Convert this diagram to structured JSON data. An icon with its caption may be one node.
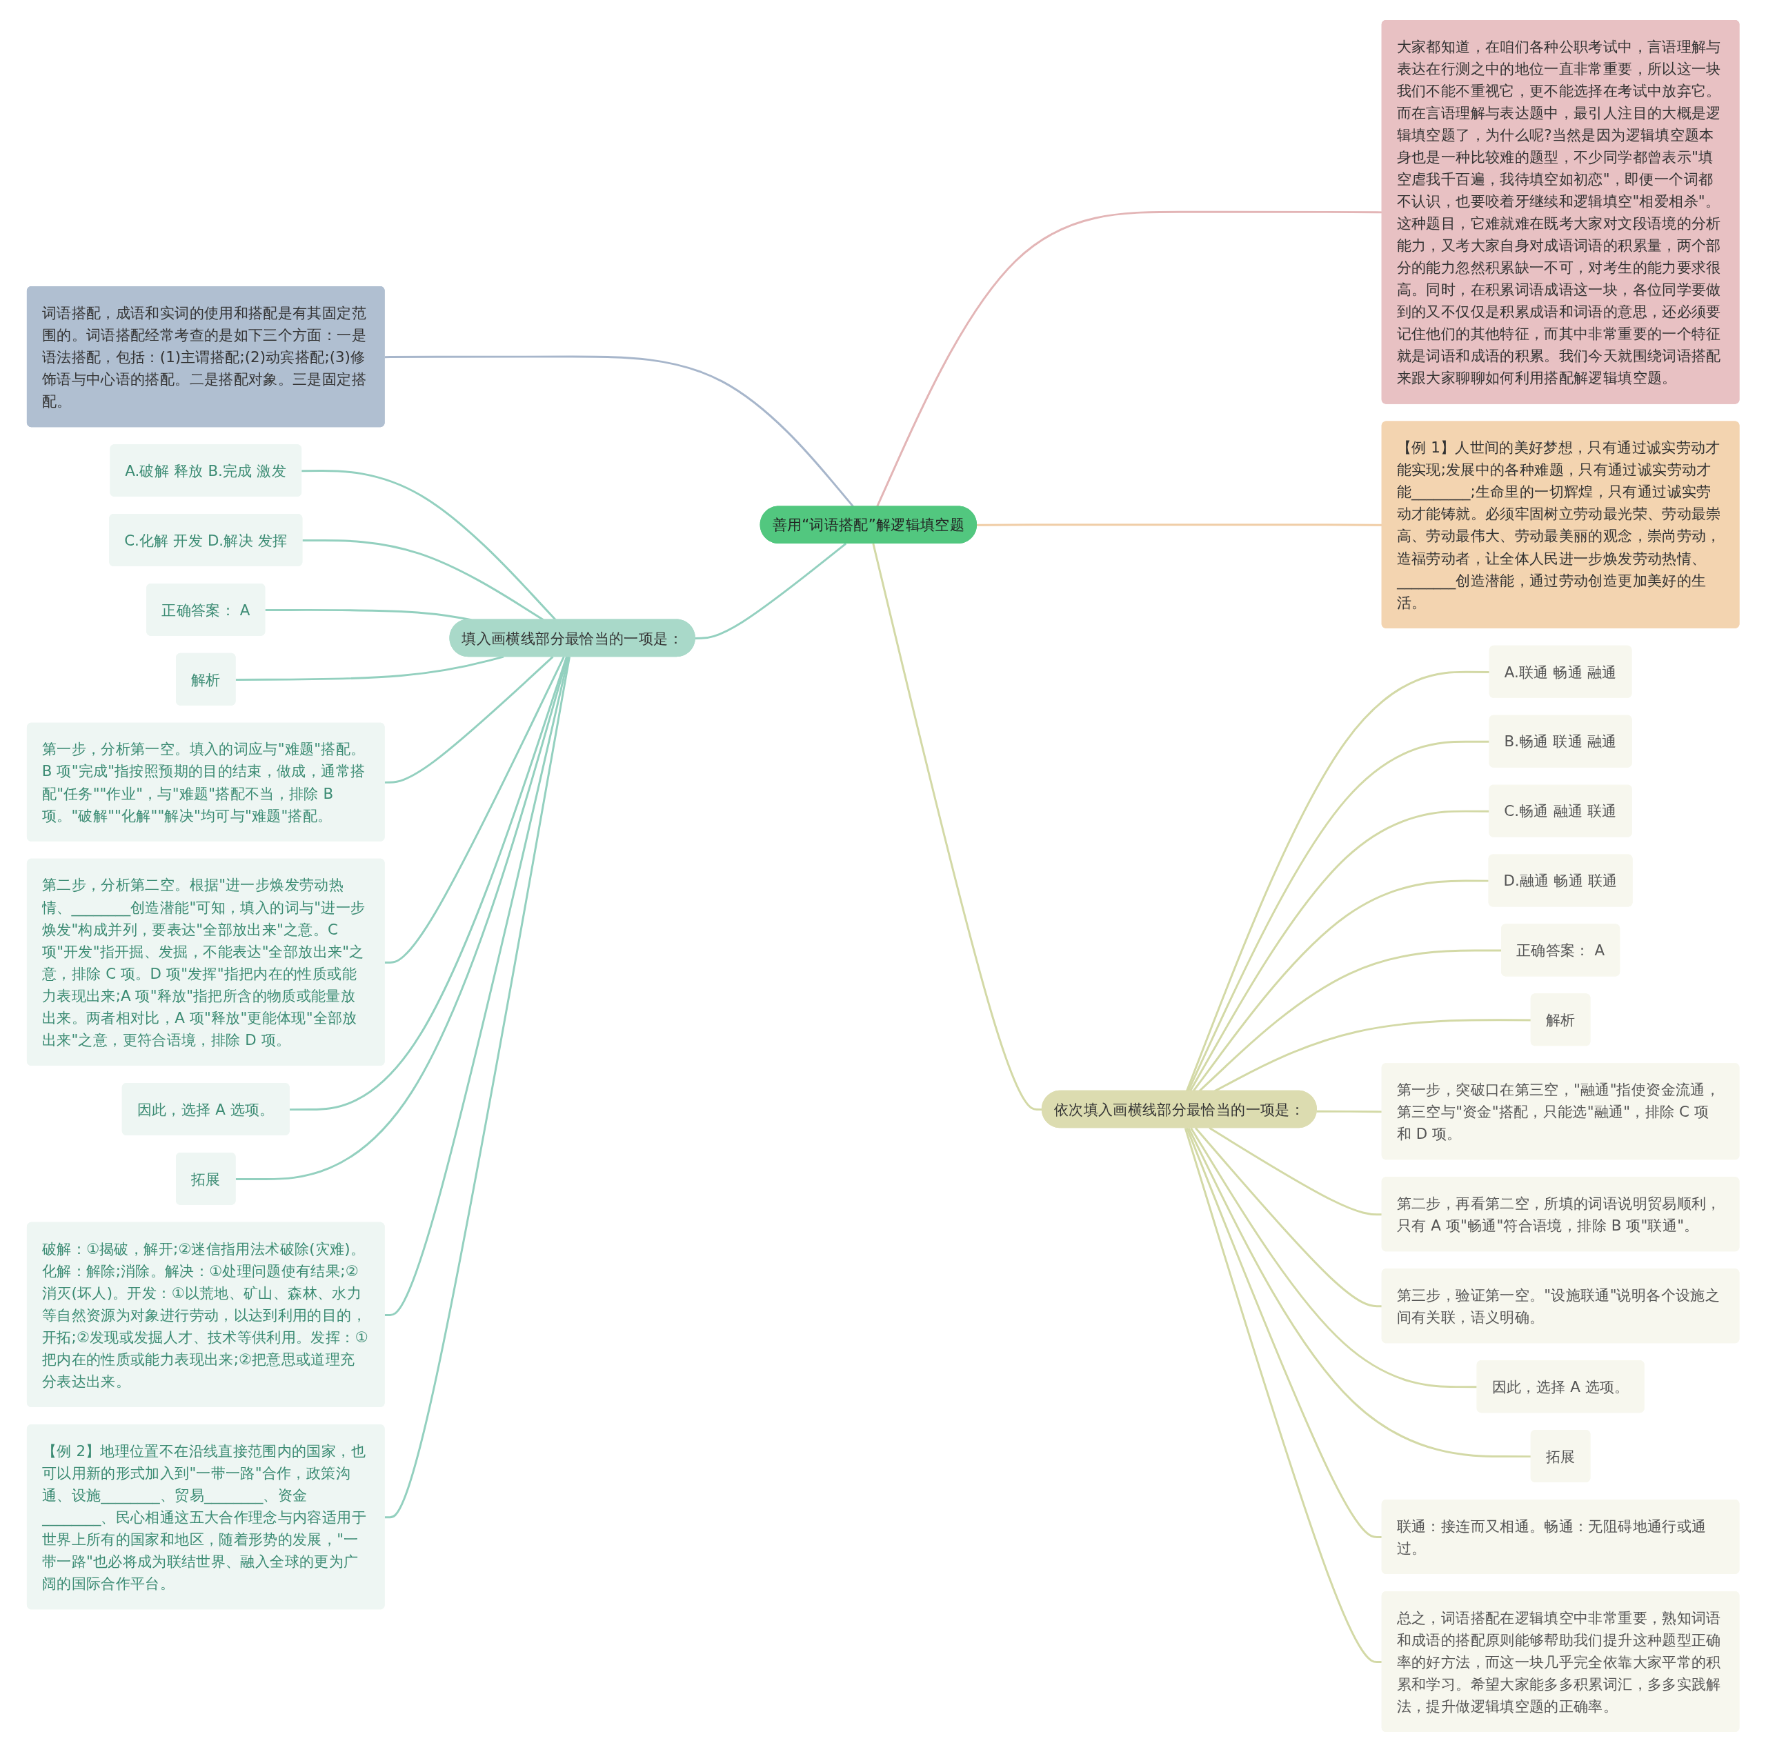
{
  "diagram": {
    "nodes": [
      {
        "text": [
          "善用“词语搭配”解逻辑填空题"
        ]
      },
      {
        "text": [
          "大家都知道，在咱们各种公职考试中，言语理解与表达在行测之中的地位一直非常重要，所以这一块我们不能不重视它，更不能选择在考试中放弃它。而在言语理解与表达题中，最引人注目的大概是逻辑填空题了，为什么呢?当然是因为逻辑填空题本身也是一种比较难的题型，不少同学都曾表示\"填空虐我千百遍，我待填空如初恋\"，即便一个词都不认识，也要咬着牙继续和逻辑填空\"相爱相杀\"。这种题目，它难就难在既考大家对文段语境的分析能力，又考大家自身对成语词语的积累量，两个部分的能力忽然积累缺一不可，对考生的能力要求很高。同时，在积累词语成语这一块，各位同学要做到的又不仅仅是积累成语和词语的意思，还必须要记住他们的其他特征，而其中非常重要的一个特征就是词语和成语的积累。我们今天就围绕词语搭配来跟大家聊聊如何利用搭配解逻辑填空题。"
        ]
      },
      {
        "text": [
          "词语搭配，成语和实词的使用和搭配是有其固定范围的。词语搭配经常考查的是如下三个方面：一是语法搭配，包括：(1)主谓搭配;(2)动宾搭配;(3)修饰语与中心语的搭配。二是搭配对象。三是固定搭配。"
        ]
      },
      {
        "text": [
          "【例 1】人世间的美好梦想，只有通过诚实劳动才能实现;发展中的各种难题，只有通过诚实劳动才能________;生命里的一切辉煌，只有通过诚实劳动才能铸就。必须牢固树立劳动最光荣、劳动最崇高、劳动最伟大、劳动最美丽的观念，崇尚劳动，造福劳动者，让全体人民进一步焕发劳动热情、________创造潜能，通过劳动创造更加美好的生活。"
        ]
      },
      {
        "text": [
          "填入画横线部分最恰当的一项是："
        ]
      },
      {
        "text": [
          "A.破解 释放 B.完成 激发"
        ]
      },
      {
        "text": [
          "C.化解 开发 D.解决 发挥"
        ]
      },
      {
        "text": [
          "正确答案： A"
        ]
      },
      {
        "text": [
          "解析"
        ]
      },
      {
        "text": [
          "第一步，分析第一空。填入的词应与\"难题\"搭配。B 项\"完成\"指按照预期的目的结束，做成，通常搭配\"任务\"\"作业\"，与\"难题\"搭配不当，排除 B 项。\"破解\"\"化解\"\"解决\"均可与\"难题\"搭配。"
        ]
      },
      {
        "text": [
          "第二步，分析第二空。根据\"进一步焕发劳动热情、________创造潜能\"可知，填入的词与\"进一步焕发\"构成并列，要表达\"全部放出来\"之意。C 项\"开发\"指开掘、发掘，不能表达\"全部放出来\"之意，排除 C 项。D 项\"发挥\"指把内在的性质或能力表现出来;A 项\"释放\"指把所含的物质或能量放出来。两者相对比，A 项\"释放\"更能体现\"全部放出来\"之意，更符合语境，排除 D 项。"
        ]
      },
      {
        "text": [
          "因此，选择 A 选项。"
        ]
      },
      {
        "text": [
          "拓展"
        ]
      },
      {
        "text": [
          "破解：①揭破，解开;②迷信指用法术破除(灾难)。化解：解除;消除。解决：①处理问题使有结果;②消灭(坏人)。开发：①以荒地、矿山、森林、水力等自然资源为对象进行劳动，以达到利用的目的，开拓;②发现或发掘人才、技术等供利用。发挥：①把内在的性质或能力表现出来;②把意思或道理充分表达出来。"
        ]
      },
      {
        "text": [
          "【例 2】地理位置不在沿线直接范围内的国家，也可以用新的形式加入到\"一带一路\"合作，政策沟通、设施________、贸易________、资金________、民心相通这五大合作理念与内容适用于世界上所有的国家和地区，随着形势的发展，\"一带一路\"也必将成为联结世界、融入全球的更为广阔的国际合作平台。"
        ]
      },
      {
        "text": [
          "依次填入画横线部分最恰当的一项是："
        ]
      },
      {
        "text": [
          "A.联通 畅通 融通"
        ]
      },
      {
        "text": [
          "B.畅通 联通 融通"
        ]
      },
      {
        "text": [
          "C.畅通 融通 联通"
        ]
      },
      {
        "text": [
          "D.融通 畅通 联通"
        ]
      },
      {
        "text": [
          "正确答案： A"
        ]
      },
      {
        "text": [
          "解析"
        ]
      },
      {
        "text": [
          "第一步，突破口在第三空，\"融通\"指使资金流通，第三空与\"资金\"搭配，只能选\"融通\"，排除 C 项和 D 项。"
        ]
      },
      {
        "text": [
          "第二步，再看第二空，所填的词语说明贸易顺利，只有 A 项\"畅通\"符合语境，排除 B 项\"联通\"。"
        ]
      },
      {
        "text": [
          "第三步，验证第一空。\"设施联通\"说明各个设施之间有关联，语义明确。"
        ]
      },
      {
        "text": [
          "因此，选择 A 选项。"
        ]
      },
      {
        "text": [
          "拓展"
        ]
      },
      {
        "text": [
          "联通：接连而又相通。畅通：无阻碍地通行或通过。"
        ]
      },
      {
        "text": [
          "总之，词语搭配在逻辑填空中非常重要，熟知词语和成语的搭配原则能够帮助我们提升这种题型正确率的好方法，而这一块几乎完全依靠大家平常的积累和学习。希望大家能多多积累词汇，多多实践解法，提升做逻辑填空题的正确率。"
        ]
      }
    ],
    "edges": [
      {
        "from": 0,
        "to": 1,
        "arrow": "none",
        "color": "#e3b5b6"
      },
      {
        "from": 0,
        "to": 2,
        "arrow": "none",
        "color": "#a7b6cb"
      },
      {
        "from": 0,
        "to": 3,
        "arrow": "none",
        "color": "#f0cda6"
      },
      {
        "from": 0,
        "to": 4,
        "arrow": "none",
        "color": "#93d0bf"
      },
      {
        "from": 4,
        "to": 5,
        "arrow": "none",
        "color": "#93d0bf"
      },
      {
        "from": 4,
        "to": 6,
        "arrow": "none",
        "color": "#93d0bf"
      },
      {
        "from": 4,
        "to": 7,
        "arrow": "none",
        "color": "#93d0bf"
      },
      {
        "from": 4,
        "to": 8,
        "arrow": "none",
        "color": "#93d0bf"
      },
      {
        "from": 4,
        "to": 9,
        "arrow": "none",
        "color": "#93d0bf"
      },
      {
        "from": 4,
        "to": 10,
        "arrow": "none",
        "color": "#93d0bf"
      },
      {
        "from": 4,
        "to": 11,
        "arrow": "none",
        "color": "#93d0bf"
      },
      {
        "from": 4,
        "to": 12,
        "arrow": "none",
        "color": "#93d0bf"
      },
      {
        "from": 4,
        "to": 13,
        "arrow": "none",
        "color": "#93d0bf"
      },
      {
        "from": 4,
        "to": 14,
        "arrow": "none",
        "color": "#93d0bf"
      },
      {
        "from": 0,
        "to": 15,
        "arrow": "none"
      },
      {
        "from": 15,
        "to": 16,
        "arrow": "none"
      },
      {
        "from": 15,
        "to": 17,
        "arrow": "none"
      },
      {
        "from": 15,
        "to": 18,
        "arrow": "none"
      },
      {
        "from": 15,
        "to": 19,
        "arrow": "none"
      },
      {
        "from": 15,
        "to": 20,
        "arrow": "none"
      },
      {
        "from": 15,
        "to": 21,
        "arrow": "none"
      },
      {
        "from": 15,
        "to": 22,
        "arrow": "none"
      },
      {
        "from": 15,
        "to": 23,
        "arrow": "none"
      },
      {
        "from": 15,
        "to": 24,
        "arrow": "none"
      },
      {
        "from": 15,
        "to": 25,
        "arrow": "none"
      },
      {
        "from": 15,
        "to": 26,
        "arrow": "none"
      },
      {
        "from": 15,
        "to": 27,
        "arrow": "none"
      },
      {
        "from": 15,
        "to": 28,
        "arrow": "none"
      }
    ]
  }
}
